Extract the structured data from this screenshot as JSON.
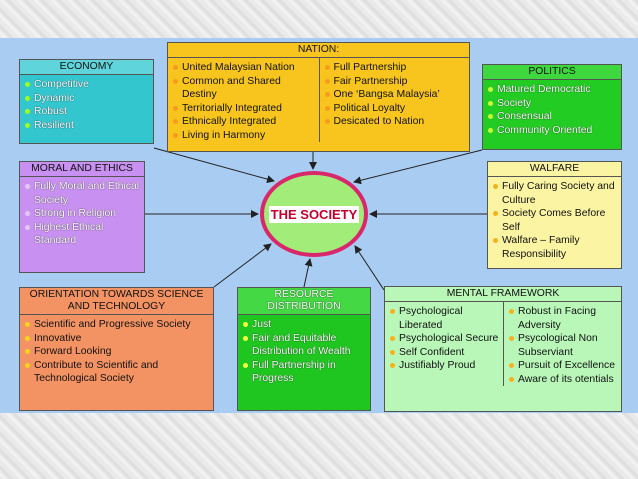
{
  "center": "THE SOCIETY",
  "economy": {
    "title": "ECONOMY",
    "items": [
      "Competitive",
      "Dynamic",
      "Robust",
      "Resilient"
    ]
  },
  "nation": {
    "title": "NATION:",
    "left": [
      "United Malaysian Nation",
      "Common and Shared Destiny",
      "Territorially Integrated",
      "Ethnically Integrated",
      "Living in Harmony"
    ],
    "right": [
      "Full Partnership",
      "Fair Partnership",
      "One ‘Bangsa Malaysia’",
      "Political Loyalty",
      "Desicated to Nation"
    ]
  },
  "politics": {
    "title": "POLITICS",
    "items": [
      "Matured Democratic",
      "Society",
      "Consensual",
      "Community Oriented"
    ]
  },
  "moral": {
    "title": "MORAL AND ETHICS",
    "items": [
      "Fully Moral and Ethical   Society",
      "Strong in Religion",
      "Highest Ethical Standard"
    ]
  },
  "walfare": {
    "title": "WALFARE",
    "items": [
      "Fully Caring Society and Culture",
      "Society Comes Before Self",
      "Walfare – Family Responsibility"
    ]
  },
  "science": {
    "title": "ORIENTATION TOWARDS SCIENCE AND TECHNOLOGY",
    "items": [
      "Scientific and Progressive Society",
      "Innovative",
      "Forward Looking",
      "Contribute to Scientific and Technological Society"
    ]
  },
  "resource": {
    "title": "RESOURCE DISTRIBUTION",
    "items": [
      "Just",
      "Fair and Equitable Distribution of Wealth",
      "Full Partnership in Progress"
    ]
  },
  "mental": {
    "title": "MENTAL FRAMEWORK",
    "left": [
      "Psychological Liberated",
      "Psychological Secure",
      "Self Confident",
      "Justifiably Proud"
    ],
    "right": [
      "Robust in Facing Adversity",
      "Psycological Non Subserviant",
      "Pursuit of   Excellence",
      "Aware of its otentials"
    ]
  },
  "colors": {
    "board": "#a9cdf2",
    "economy": "#33c6cf",
    "nation": "#f7c51d",
    "politics": "#22cc22",
    "moral": "#c891f1",
    "walfare": "#fbf4a2",
    "science": "#f39262",
    "resource": "#20c620",
    "mental": "#b9f7b9",
    "ellipse_border": "#d8286b",
    "ellipse_fill": "#a2ec7a",
    "center_text": "#c3002d"
  }
}
